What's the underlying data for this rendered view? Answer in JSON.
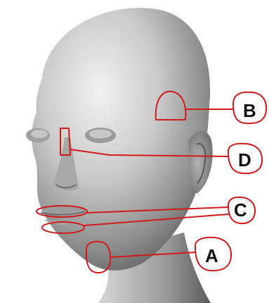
{
  "diagram": {
    "subject": "head-3d-render",
    "marker_color": "#d21a1a",
    "labels": [
      {
        "id": "A",
        "text": "A",
        "target": "chin"
      },
      {
        "id": "B",
        "text": "B",
        "target": "temple"
      },
      {
        "id": "C",
        "text": "C",
        "target": "lips"
      },
      {
        "id": "D",
        "text": "D",
        "target": "nose-bridge"
      }
    ]
  }
}
